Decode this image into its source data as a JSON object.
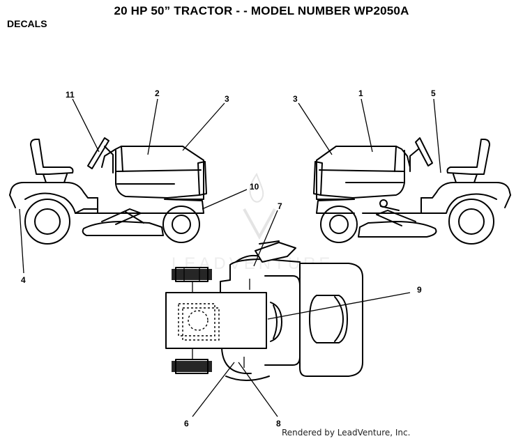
{
  "header": {
    "title": "20 HP 50” TRACTOR  - -  MODEL NUMBER WP2050A",
    "section": "DECALS"
  },
  "watermark": {
    "text": "LEADVENTURE"
  },
  "footer": {
    "credit": "Rendered by LeadVenture, Inc."
  },
  "callouts": [
    "11",
    "2",
    "3",
    "3",
    "1",
    "5",
    "10",
    "4",
    "7",
    "9",
    "6",
    "8"
  ],
  "colors": {
    "line": "#000000",
    "background": "#ffffff",
    "watermark": "#c9c9c9"
  }
}
